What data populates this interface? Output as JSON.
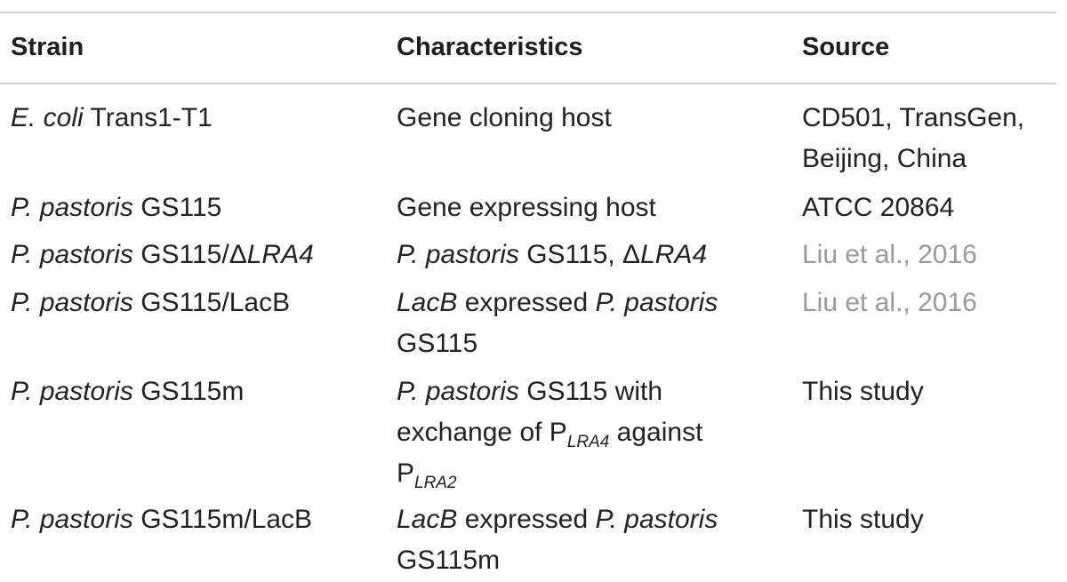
{
  "headers": {
    "strain": "Strain",
    "characteristics": "Characteristics",
    "source": "Source"
  },
  "rows": [
    {
      "strain": {
        "italic": "E. coli",
        "rest": " Trans1-T1"
      },
      "char": {
        "text": "Gene cloning host"
      },
      "source": {
        "line1": "CD501, TransGen,",
        "line2": "Beijing, China"
      }
    },
    {
      "strain": {
        "italic": "P. pastoris",
        "rest": " GS115"
      },
      "char": {
        "text": "Gene expressing host"
      },
      "source": {
        "text": "ATCC 20864"
      }
    },
    {
      "strain": {
        "italic": "P. pastoris",
        "rest": " GS115/Δ",
        "italic2": "LRA4"
      },
      "char": {
        "italic": "P. pastoris",
        "rest": " GS115, Δ",
        "italic2": "LRA4"
      },
      "source": {
        "text": "Liu et al., 2016"
      }
    },
    {
      "strain": {
        "italic": "P. pastoris",
        "rest": " GS115/LacB"
      },
      "char": {
        "italic": "LacB",
        "rest": " expressed ",
        "italic2": "P. pastoris",
        "line2": "GS115"
      },
      "source": {
        "text": "Liu et al., 2016"
      }
    },
    {
      "strain": {
        "italic": "P. pastoris",
        "rest": " GS115m"
      },
      "char": {
        "italic": "P. pastoris",
        "rest": " GS115 with",
        "line2_pre": "exchange of P",
        "line2_sub": "LRA4",
        "line2_post": " against",
        "line3_pre": "P",
        "line3_sub": "LRA2"
      },
      "source": {
        "text": "This study"
      }
    },
    {
      "strain": {
        "italic": "P. pastoris",
        "rest": " GS115m/LacB"
      },
      "char": {
        "italic": "LacB",
        "rest": " expressed ",
        "italic2": "P. pastoris",
        "line2": "GS115m"
      },
      "source": {
        "text": "This study"
      }
    }
  ]
}
